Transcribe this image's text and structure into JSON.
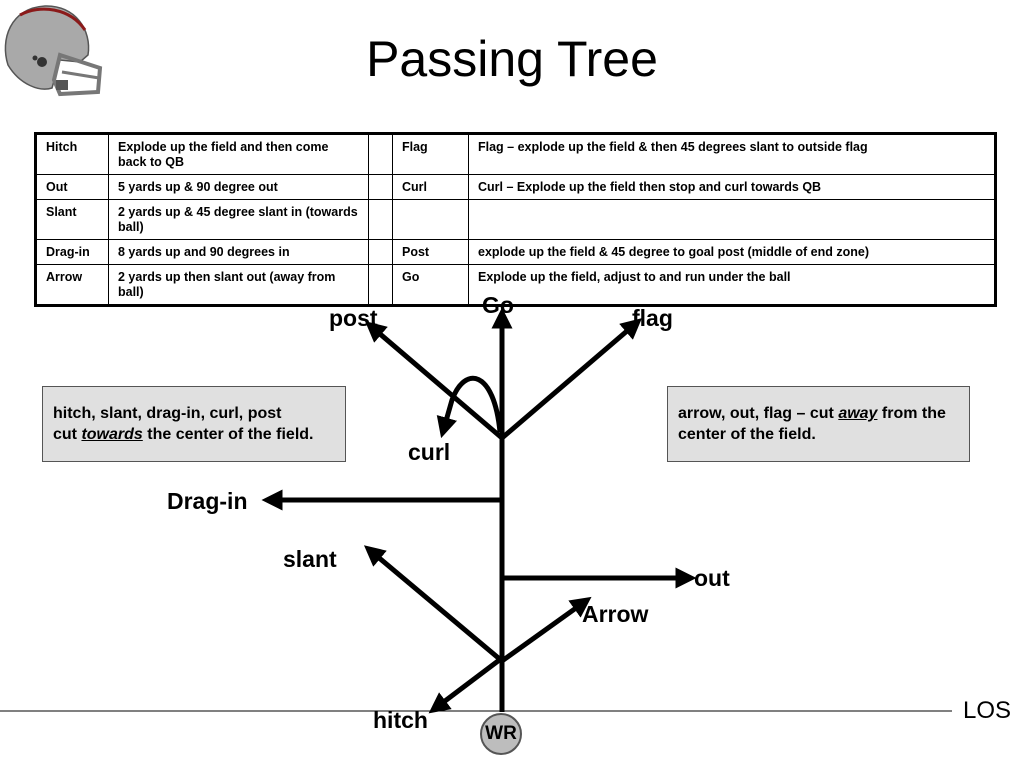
{
  "title": "Passing Tree",
  "table": {
    "rows": [
      {
        "name1": "Hitch",
        "desc1": "Explode up the field and then come back to QB",
        "name2": "Flag",
        "desc2": "Flag – explode up the field & then 45 degrees slant to outside flag"
      },
      {
        "name1": "Out",
        "desc1": "5 yards up & 90 degree out",
        "name2": "Curl",
        "desc2": "Curl – Explode up the field then stop and curl towards QB"
      },
      {
        "name1": "Slant",
        "desc1": "2 yards up & 45 degree slant in (towards ball)",
        "name2": "",
        "desc2": ""
      },
      {
        "name1": "Drag-in",
        "desc1": "8 yards up and 90 degrees in",
        "name2": "Post",
        "desc2": "explode up the field & 45 degree to goal post (middle of end zone)"
      },
      {
        "name1": "Arrow",
        "desc1": "2 yards up then slant out (away from ball)",
        "name2": "Go",
        "desc2": "Explode up the field, adjust to and run under the ball"
      }
    ]
  },
  "route_labels": {
    "go": "Go",
    "post": "post",
    "flag": "flag",
    "curl": "curl",
    "drag_in": "Drag-in",
    "slant": "slant",
    "out": "out",
    "arrow": "Arrow",
    "hitch": "hitch"
  },
  "notes": {
    "left_line1": "hitch, slant, drag-in, curl, post",
    "left_pre": "cut ",
    "left_em": "towards",
    "left_post": " the center of the field.",
    "right_pre": "arrow, out, flag – cut ",
    "right_em": "away",
    "right_post": " from the center of the field."
  },
  "los_label": "LOS",
  "receiver_label": "WR",
  "colors": {
    "helmet": "#a9a9a9",
    "helmet_stripe": "#8b1a1a",
    "note_bg": "#e0e0e0",
    "receiver": "#bdbdbd"
  }
}
